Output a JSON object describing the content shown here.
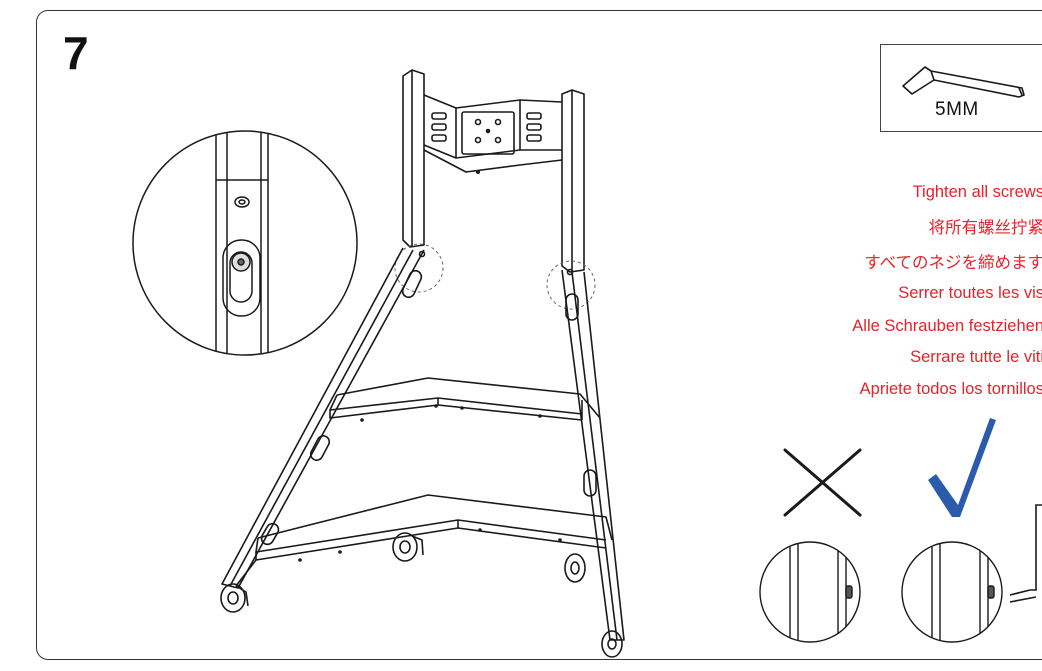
{
  "step": {
    "number": "7"
  },
  "tool": {
    "label": "5MM",
    "icon": "hex-key-icon"
  },
  "instructions": [
    "Tighten all screws",
    "将所有螺丝拧紧",
    "すべてのネジを締めます",
    "Serrer toutes les vis",
    "Alle Schrauben festziehen",
    "Serrare tutte le viti",
    "Apriete todos los tornillos"
  ],
  "indicators": {
    "wrong": "cross-mark-icon",
    "right": "check-mark-icon"
  },
  "colors": {
    "instruction_text": "#e8222a",
    "check_mark": "#2b5cab",
    "line_art": "#1a1a1a"
  }
}
